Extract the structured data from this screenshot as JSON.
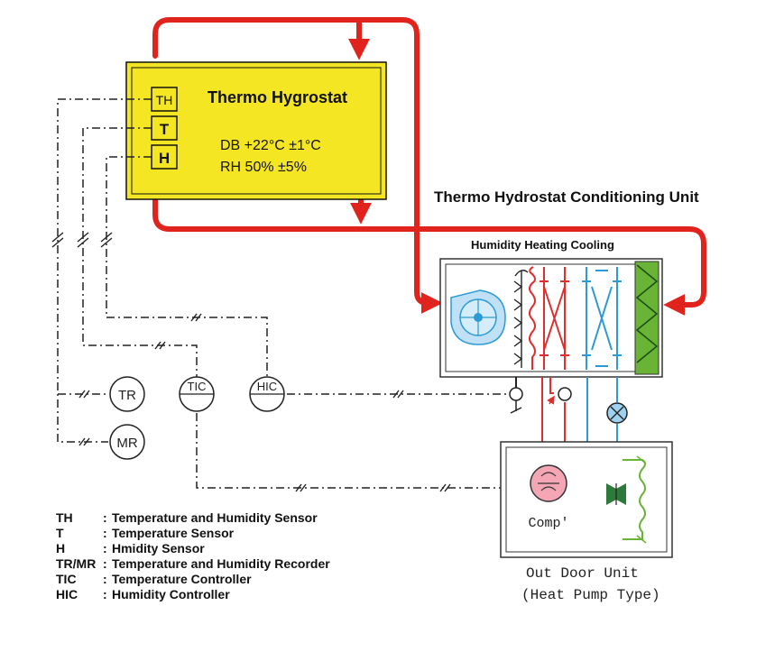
{
  "thermostat": {
    "title": "Thermo Hygrostat",
    "sensor_th": "TH",
    "sensor_t": "T",
    "sensor_h": "H",
    "db_line": "DB +22°C ±1°C",
    "rh_line": "RH 50% ±5%"
  },
  "unit_title": "Thermo Hydrostat Conditioning Unit",
  "unit_caption": "Humidity Heating Cooling",
  "controllers": {
    "tr": "TR",
    "mr": "MR",
    "tic": "TIC",
    "hic": "HIC"
  },
  "outdoor": {
    "comp_label": "Comp'",
    "title": "Out Door Unit",
    "subtitle": "(Heat Pump Type)"
  },
  "legend": [
    {
      "abbr": "TH",
      "desc": "Temperature and Humidity Sensor"
    },
    {
      "abbr": "T",
      "desc": "Temperature Sensor"
    },
    {
      "abbr": "H",
      "desc": "Hmidity Sensor"
    },
    {
      "abbr": "TR/MR",
      "desc": "Temperature and Humidity Recorder"
    },
    {
      "abbr": "TIC",
      "desc": "Temperature Controller"
    },
    {
      "abbr": "HIC",
      "desc": "Humidity Controller"
    }
  ],
  "colors": {
    "duct": "#e0231c",
    "box_fill": "#f4e623",
    "heat": "#e32d2d",
    "cool": "#2c9ad6",
    "filter": "#69b336",
    "signal": "#222222"
  }
}
